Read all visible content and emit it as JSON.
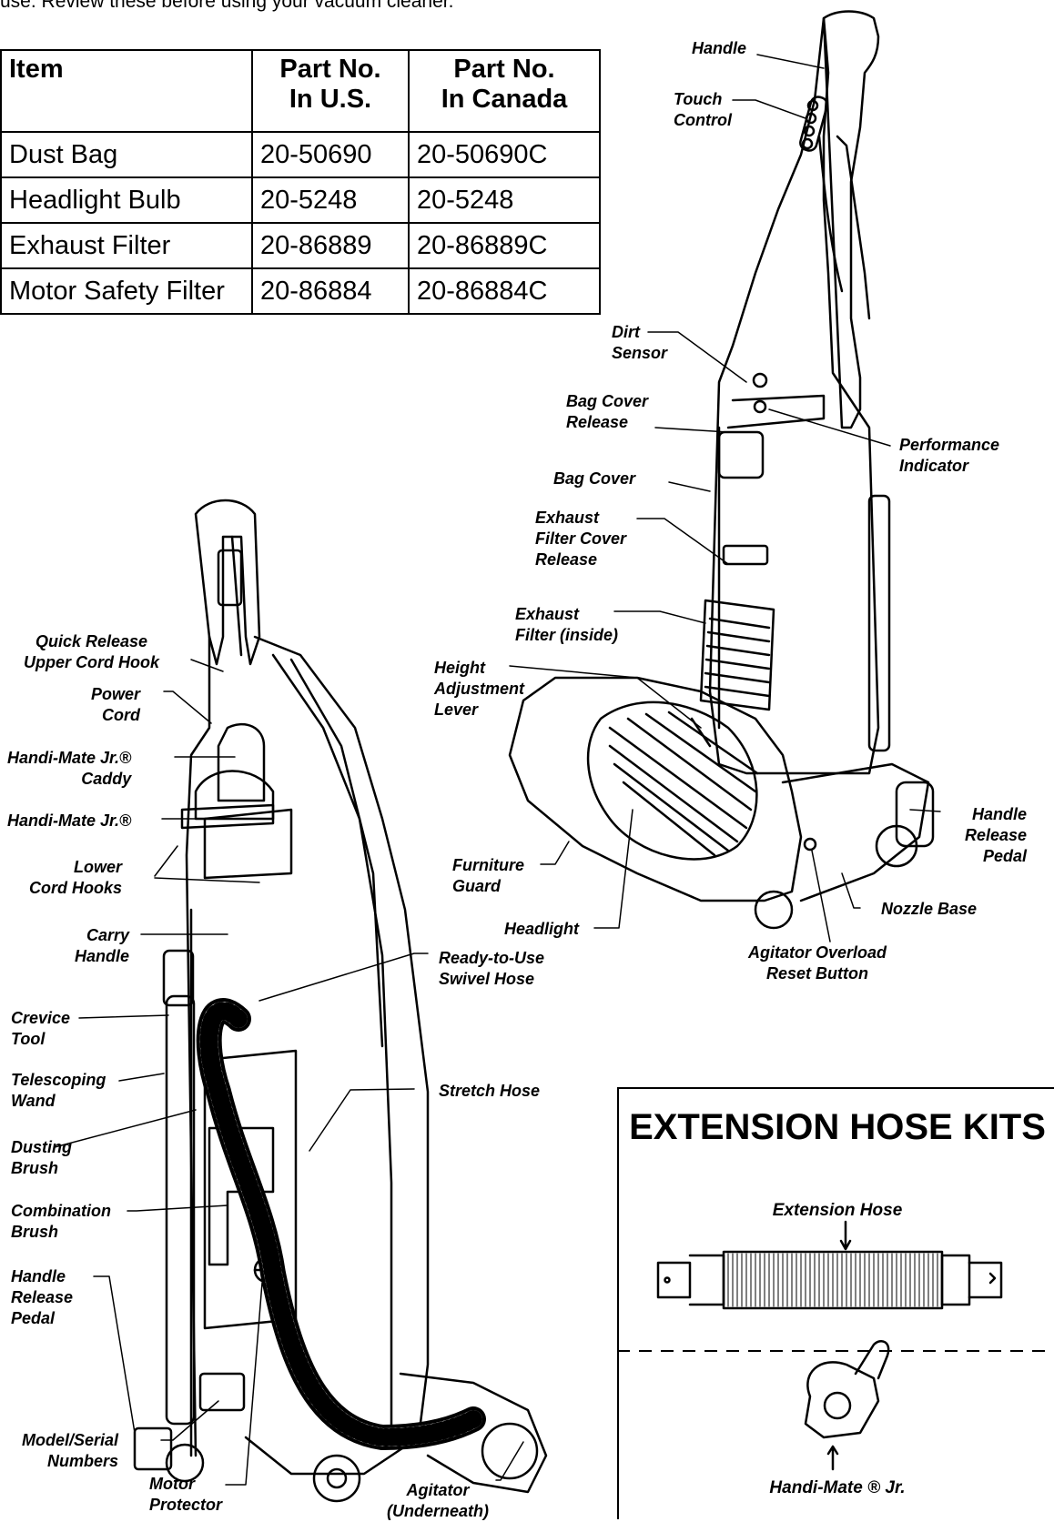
{
  "intro_text": "use. Review these before using your vacuum cleaner.",
  "parts_table": {
    "headers": [
      "Item",
      "Part No.\nIn U.S.",
      "Part No.\nIn Canada"
    ],
    "rows": [
      [
        "Dust Bag",
        "20-50690",
        "20-50690C"
      ],
      [
        "Headlight Bulb",
        "20-5248",
        "20-5248"
      ],
      [
        "Exhaust Filter",
        "20-86889",
        "20-86889C"
      ],
      [
        "Motor Safety Filter",
        "20-86884",
        "20-86884C"
      ]
    ]
  },
  "right_labels": {
    "handle": "Handle",
    "touch_control": "Touch\nControl",
    "dirt_sensor": "Dirt\nSensor",
    "bag_cover_release": "Bag Cover\nRelease",
    "performance_indicator": "Performance\nIndicator",
    "bag_cover": "Bag Cover",
    "exhaust_filter_cover_release": "Exhaust\nFilter Cover\nRelease",
    "exhaust_filter_inside": "Exhaust\nFilter (inside)",
    "height_adjustment_lever": "Height\nAdjustment\nLever",
    "handle_release_pedal_right": "Handle\nRelease\nPedal",
    "furniture_guard": "Furniture\nGuard",
    "nozzle_base": "Nozzle Base",
    "headlight": "Headlight",
    "agitator_overload_reset": "Agitator Overload\nReset Button"
  },
  "left_labels": {
    "quick_release_hook": "Quick Release\nUpper Cord Hook",
    "power_cord": "Power\nCord",
    "handimate_caddy": "Handi-Mate Jr.®\nCaddy",
    "handimate": "Handi-Mate Jr.®",
    "lower_cord_hooks": "Lower\nCord Hooks",
    "carry_handle": "Carry\nHandle",
    "ready_to_use_hose": "Ready-to-Use\nSwivel Hose",
    "crevice_tool": "Crevice\nTool",
    "telescoping_wand": "Telescoping\nWand",
    "stretch_hose": "Stretch Hose",
    "dusting_brush": "Dusting\nBrush",
    "combination_brush": "Combination\nBrush",
    "handle_release_pedal_left": "Handle\nRelease\nPedal",
    "model_serial": "Model/Serial\nNumbers",
    "motor_protector": "Motor\nProtector",
    "agitator_underneath": "Agitator\n(Underneath)"
  },
  "kits": {
    "title": "EXTENSION HOSE KITS",
    "extension_hose": "Extension Hose",
    "handimate_jr": "Handi-Mate ® Jr."
  }
}
